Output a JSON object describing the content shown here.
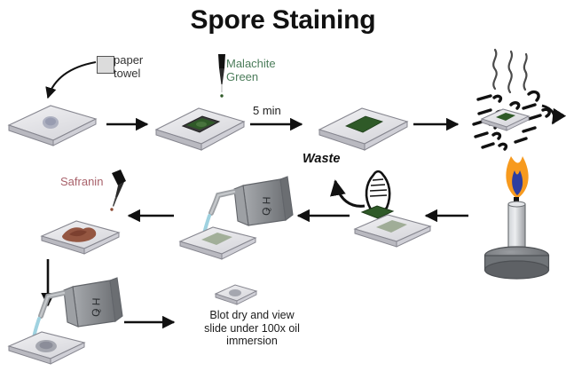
{
  "title": "Spore Staining",
  "labels": {
    "paper_towel": "paper\ntowel",
    "paper_towel_line1": "paper",
    "paper_towel_line2": "towel",
    "malachite_green_line1": "Malachite",
    "malachite_green_line2": "Green",
    "malachite_green": "Malachite Green",
    "safranin": "Safranin",
    "five_min": "5 min",
    "waste": "Waste",
    "blot_line1": "Blot dry and view",
    "blot_line2": "slide under 100x oil",
    "blot_line3": "immersion",
    "water_bottle": "H₂O"
  },
  "colors": {
    "title": "#111111",
    "malachite_green_text": "#4c7d5b",
    "safranin_text": "#a8616a",
    "waste_text": "#111111",
    "stain_green": "#2f5a28",
    "stain_green_pale": "#9aa890",
    "stain_safranin": "#8d4a33",
    "smear_gray": "#a9adbd",
    "slide_top": "#e9e9ec",
    "slide_edge": "#8d8d95",
    "flame_outer": "#f79a1e",
    "flame_inner": "#2d3ea0",
    "candle_body": "#b9bcc0",
    "candle_base": "#6f7276",
    "water_stream": "#9fd2e0",
    "bottle_gray": "#8e9194",
    "paper_towel_fill": "#dcdcdc",
    "arrow": "#111111",
    "background": "#ffffff"
  },
  "steps": [
    {
      "id": "slide-smear",
      "name": "air-dried smear on slide"
    },
    {
      "id": "slide-paper-malachite",
      "name": "paper towel placed and flooded with malachite green"
    },
    {
      "id": "slide-green",
      "name": "slide stained green after 5 min"
    },
    {
      "id": "slide-steaming",
      "name": "slide steamed over flame"
    },
    {
      "id": "candle",
      "name": "candle heat source"
    },
    {
      "id": "slide-forceps-waste",
      "name": "paper towel removed to waste with forceps"
    },
    {
      "id": "slide-rinse-water",
      "name": "slide rinsed with water"
    },
    {
      "id": "slide-safranin",
      "name": "slide counterstained with safranin"
    },
    {
      "id": "slide-final-rinse",
      "name": "slide rinsed with water again"
    },
    {
      "id": "slide-finished",
      "name": "finished slide ready for microscopy"
    }
  ],
  "icons": {
    "dropper": "dropper-icon",
    "forceps": "forceps-icon",
    "wash_bottle": "wash-bottle-icon",
    "paper_towel_swatch": "paper-towel-swatch-icon",
    "flame": "flame-icon",
    "steam": "steam-icon"
  }
}
